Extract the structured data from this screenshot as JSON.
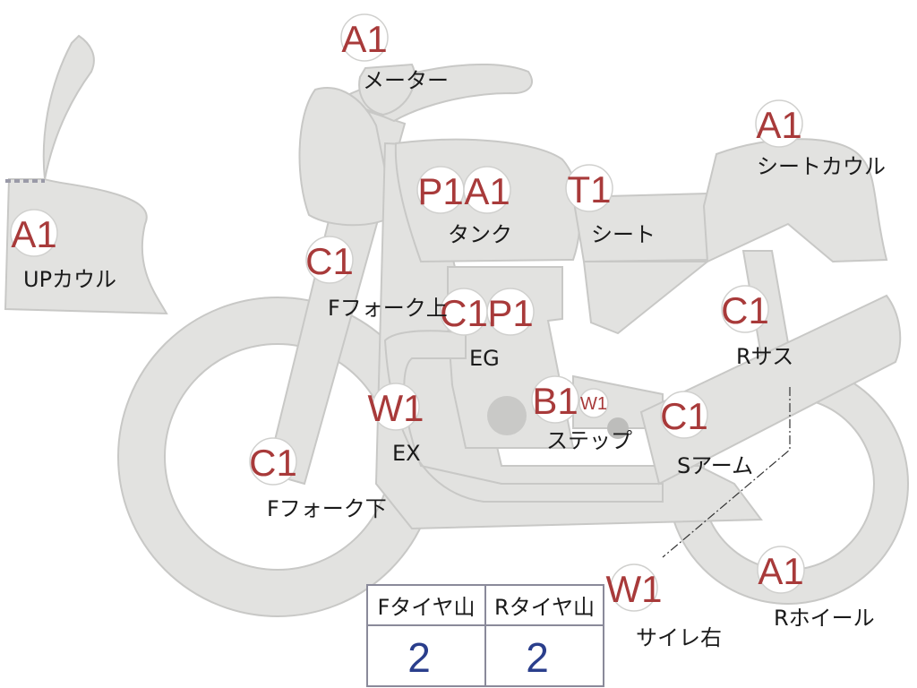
{
  "parts": [
    {
      "id": "meter",
      "grade": "A1",
      "label": "メーター"
    },
    {
      "id": "seat_cowl",
      "grade": "A1",
      "label": "シートカウル"
    },
    {
      "id": "tank",
      "grades": [
        "P1",
        "A1"
      ],
      "label": "タンク"
    },
    {
      "id": "seat",
      "grade": "T1",
      "label": "シート"
    },
    {
      "id": "up_cowl",
      "grade": "A1",
      "label": "UPカウル"
    },
    {
      "id": "f_fork_upper",
      "grade": "C1",
      "label": "Fフォーク上"
    },
    {
      "id": "engine",
      "grades": [
        "C1",
        "P1"
      ],
      "label": "EG"
    },
    {
      "id": "r_suspension",
      "grade": "C1",
      "label": "Rサス"
    },
    {
      "id": "exhaust",
      "grade": "W1",
      "label": "EX"
    },
    {
      "id": "step",
      "grades": [
        "B1",
        "W1"
      ],
      "label": "ステップ"
    },
    {
      "id": "swing_arm",
      "grade": "C1",
      "label": "Sアーム"
    },
    {
      "id": "f_fork_lower",
      "grade": "C1",
      "label": "Fフォーク下"
    },
    {
      "id": "silencer_right",
      "grade": "W1",
      "label": "サイレ右"
    },
    {
      "id": "r_wheel",
      "grade": "A1",
      "label": "Rホイール"
    }
  ],
  "tyre_table": {
    "headers": [
      "Fタイヤ山",
      "Rタイヤ山"
    ],
    "values": [
      "2",
      "2"
    ]
  },
  "colors": {
    "part_fill": "#e2e2e0",
    "grade_text": "#a83a3a",
    "tyre_value": "#2a3e8c"
  }
}
